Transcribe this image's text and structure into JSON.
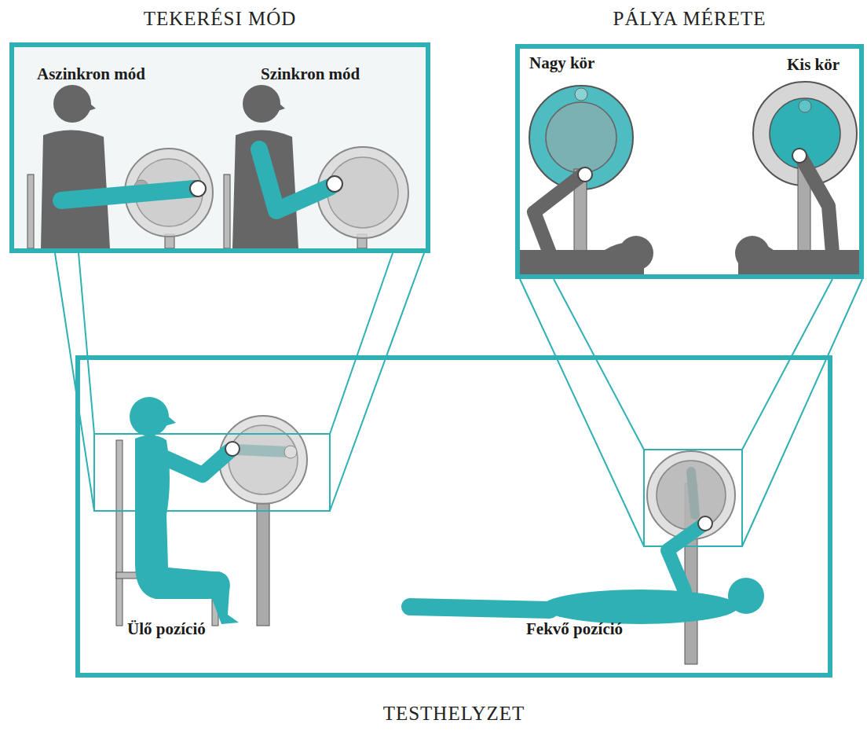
{
  "diagram": {
    "nodes": [
      {
        "text": [
          "TEKERÉSI MÓD",
          "Aszinkron mód",
          "Szinkron mód"
        ]
      },
      {
        "text": [
          "PÁLYA MÉRETE",
          "Nagy kör",
          "Kis kör"
        ]
      },
      {
        "text": [
          "TESTHELYZET",
          "Ülő pozíció",
          "Fekvő pozíció"
        ]
      }
    ]
  }
}
